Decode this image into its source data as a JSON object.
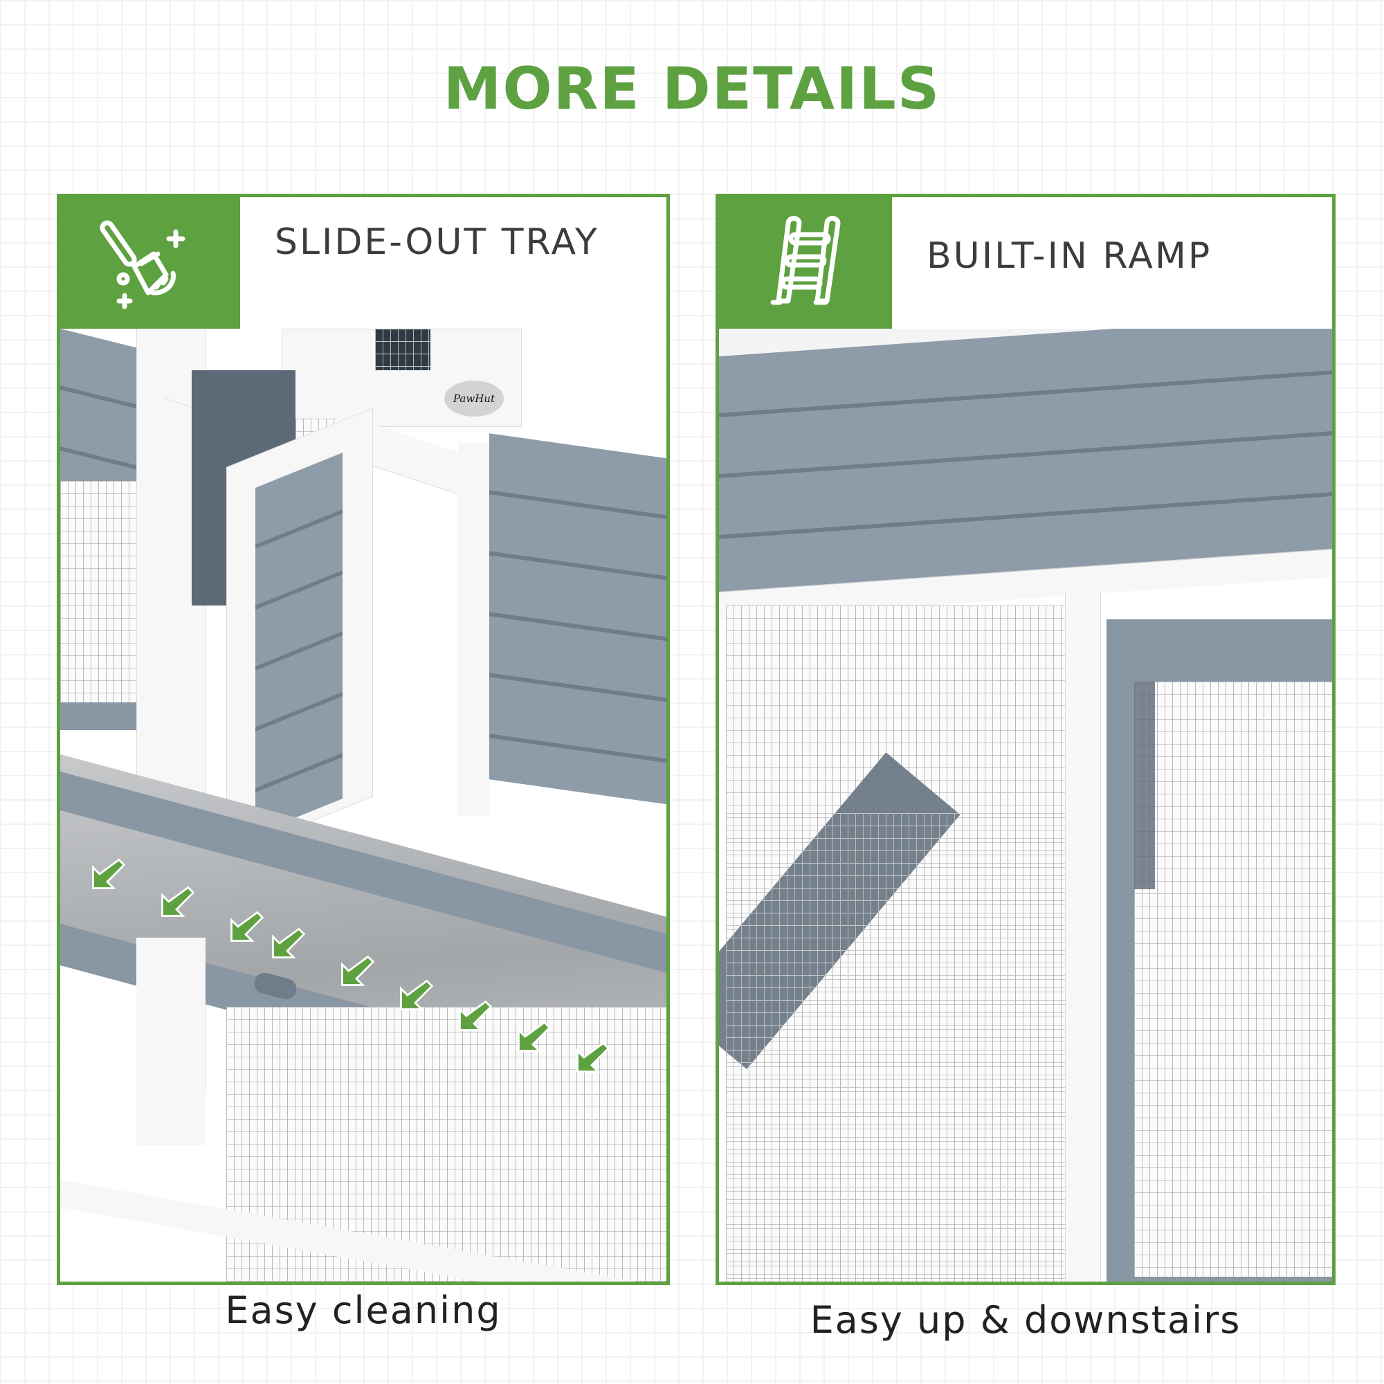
{
  "header": {
    "title": "MORE DETAILS"
  },
  "colors": {
    "accent_green": "#5ea141",
    "heading_text": "#3c3c3c",
    "wood_grey": "#8996a3",
    "frame_white": "#f7f7f7"
  },
  "panels": [
    {
      "icon": "broom-sparkle-icon",
      "title": "SLIDE-OUT TRAY",
      "caption": "Easy cleaning",
      "image_description": "Grey wooden hutch with open white-framed door and slide-out metal tray with green arrows",
      "logo_text": "PawHut",
      "arrow_count": 9
    },
    {
      "icon": "ladder-icon",
      "title": "BUILT-IN RAMP",
      "caption": "Easy up & downstairs",
      "image_description": "Grey roof over wire mesh run with grey ramp leading down and grey framed mesh door"
    }
  ]
}
